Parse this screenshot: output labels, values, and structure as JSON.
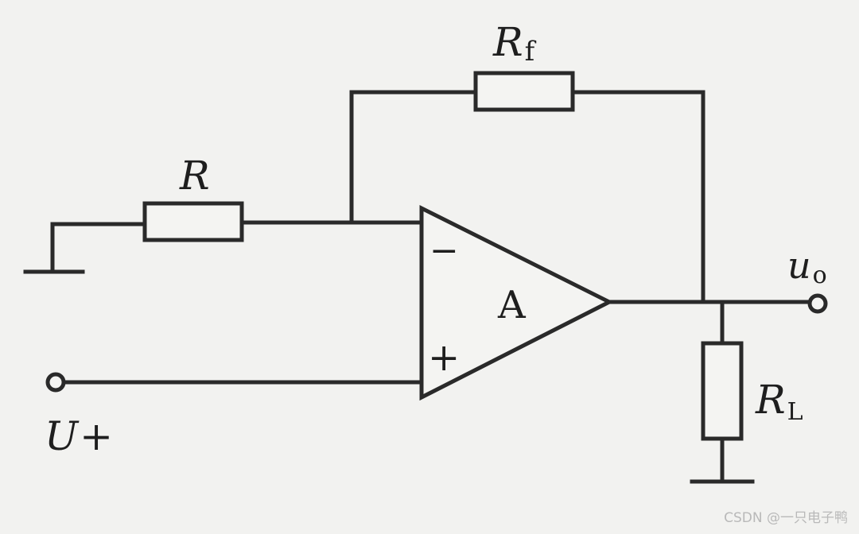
{
  "labels": {
    "r_main": "R",
    "r_sub_f": "f",
    "r_sub_l": "L",
    "r_input": "R",
    "opamp": "A",
    "minus": "−",
    "plus": "+",
    "u_main": "u",
    "u_sub": "o",
    "input_u": "U",
    "input_plus": "+"
  },
  "watermark": "CSDN @一只电子鸭"
}
